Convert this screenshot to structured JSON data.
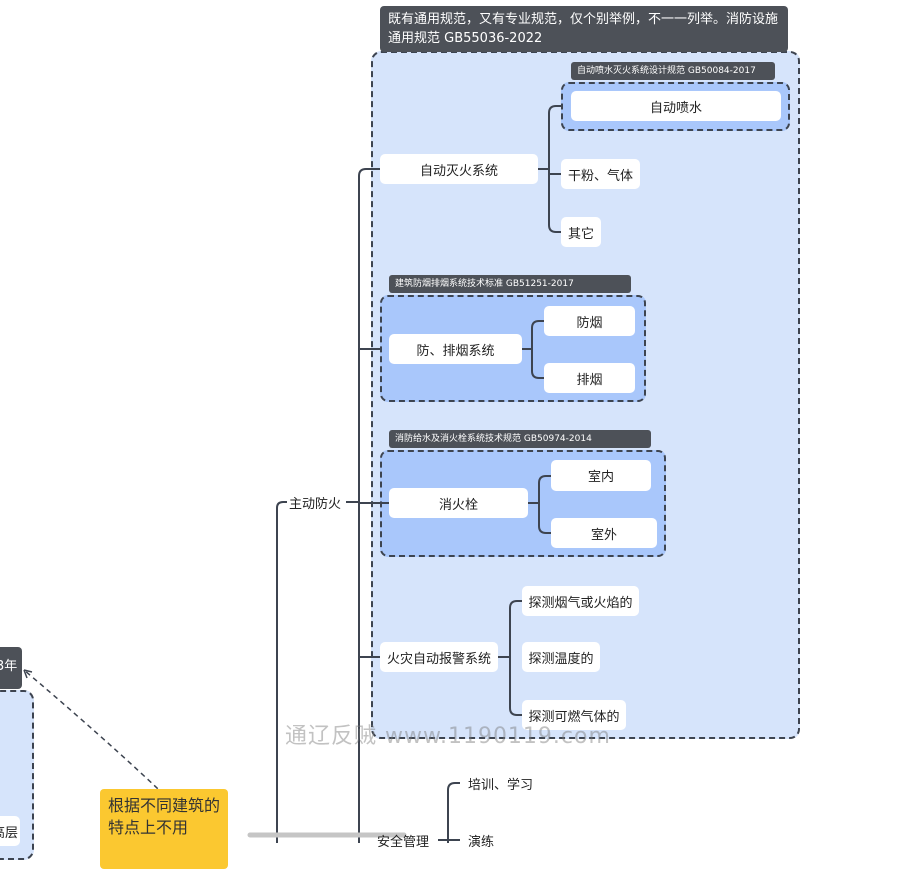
{
  "top_note": "既有通用规范，又有专业规范，仅个别举例，不一一列举。消防设施通用规范 GB55036-2022",
  "main_branch": "主动防火",
  "sections": {
    "sprinkler": {
      "label": "自动灭火系统",
      "standard": "自动喷水灭火系统设计规范 GB50084-2017",
      "items": [
        "自动喷水",
        "干粉、气体",
        "其它"
      ]
    },
    "smoke": {
      "label": "防、排烟系统",
      "standard": "建筑防烟排烟系统技术标准 GB51251-2017",
      "items": [
        "防烟",
        "排烟"
      ]
    },
    "hydrant": {
      "label": "消火栓",
      "standard": "消防给水及消火栓系统技术规范 GB50974-2014",
      "items": [
        "室内",
        "室外"
      ]
    },
    "alarm": {
      "label": "火灾自动报警系统",
      "items": [
        "探测烟气或火焰的",
        "探测温度的",
        "探测可燃气体的"
      ]
    }
  },
  "safety_management": {
    "label": "安全管理",
    "items": [
      "培训、学习",
      "演练"
    ]
  },
  "left_partial": {
    "tag_fragment": "3年",
    "node_fragment": "高层"
  },
  "sticky_note": "根据不同建筑的特点上不用",
  "watermark": "通辽反贼 www.1190119.com",
  "colors": {
    "outer_group": "#d6e4fb",
    "inner_group": "#a9c7fb",
    "tag_bg": "#4d5158",
    "sticky": "#fbc830",
    "line": "#3d4450"
  }
}
